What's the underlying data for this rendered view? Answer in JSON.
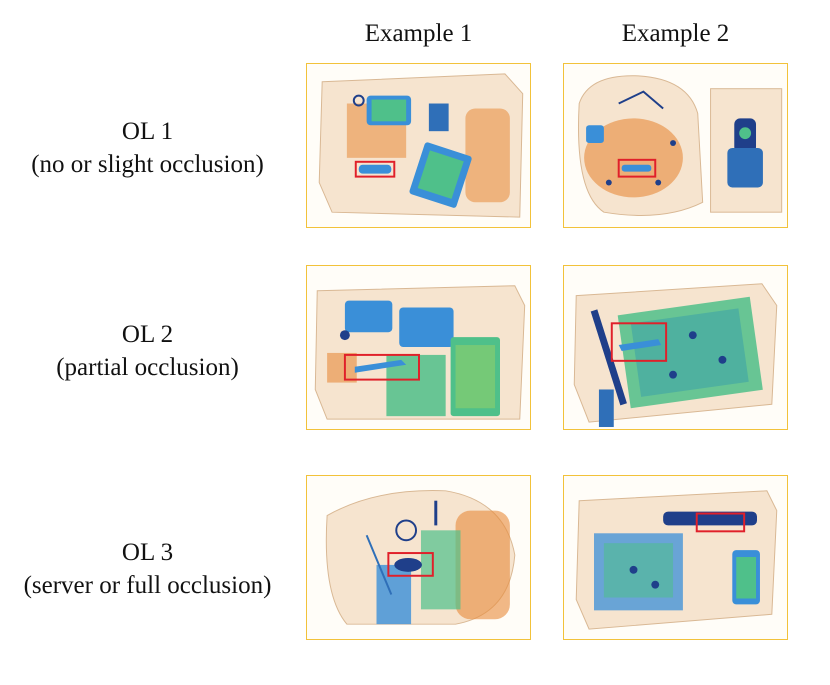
{
  "columns": [
    "Example 1",
    "Example 2"
  ],
  "rows": [
    {
      "level": "OL 1",
      "description": "(no or slight occlusion)"
    },
    {
      "level": "OL 2",
      "description": "(partial occlusion)"
    },
    {
      "level": "OL 3",
      "description": "(server or full occlusion)"
    }
  ],
  "colors": {
    "panel_border": "#f2c23a",
    "highlight_box": "#e0202a",
    "organic": "#e88a3a",
    "inorganic": "#3a8fd8",
    "mixed": "#4fc08a",
    "dense": "#1f3f8a"
  }
}
